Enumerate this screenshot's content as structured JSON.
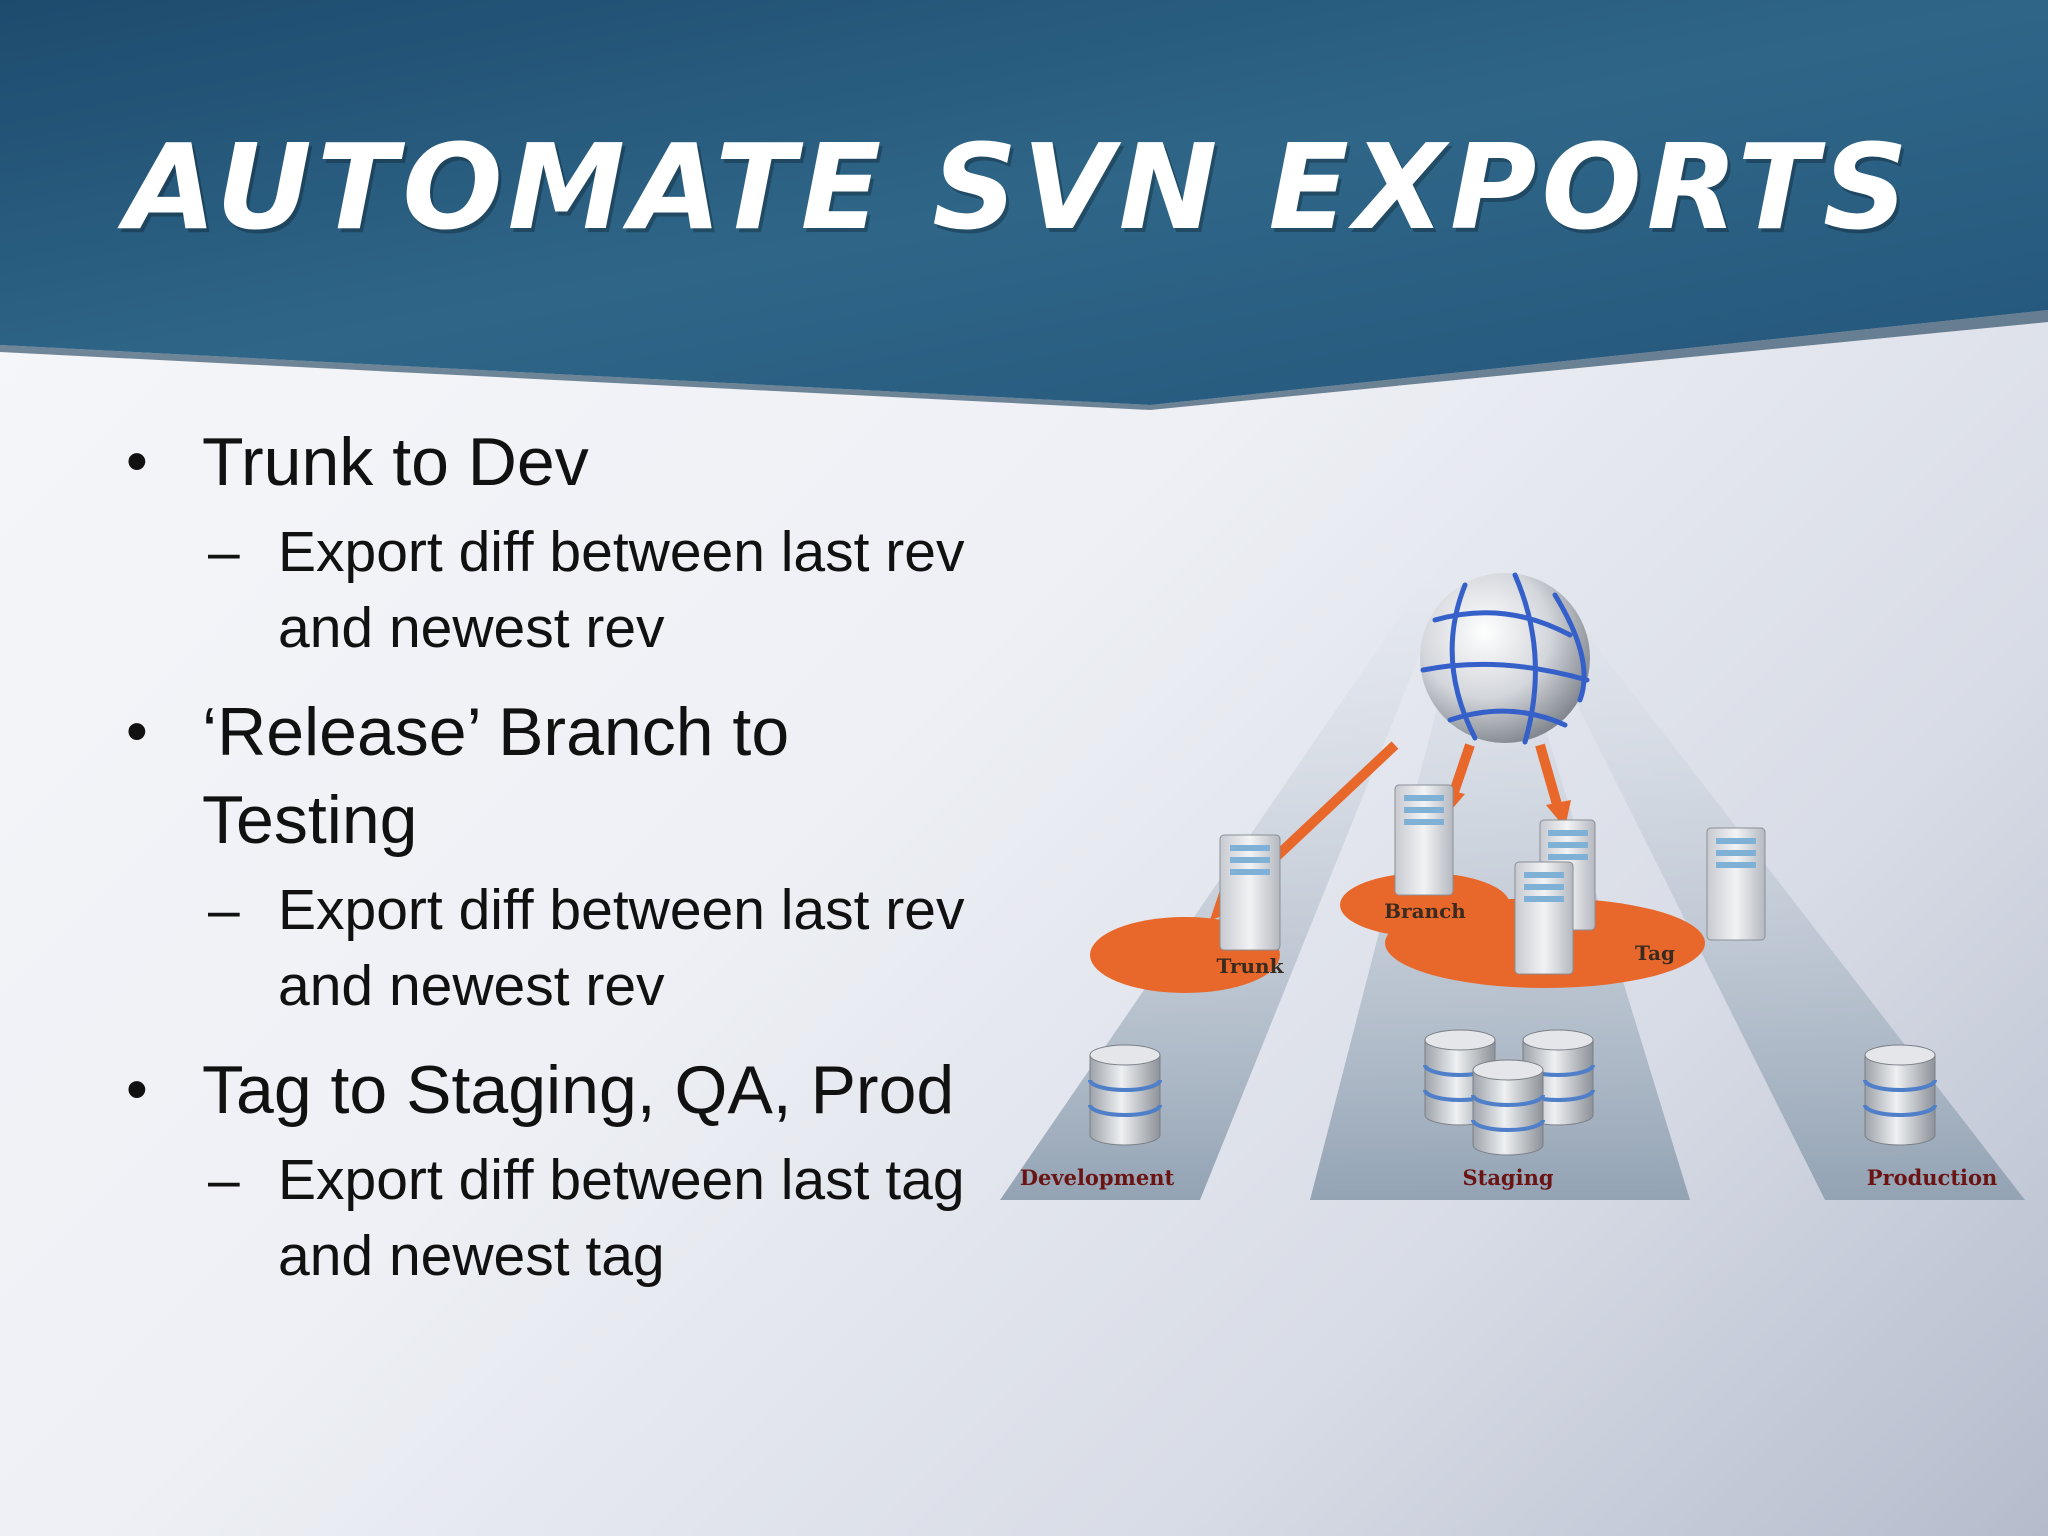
{
  "title": "Automate SVN Exports",
  "bullets": [
    {
      "text": "Trunk to Dev",
      "sub": [
        "Export diff between last rev and newest rev"
      ]
    },
    {
      "text": "‘Release’ Branch to Testing",
      "sub": [
        "Export diff between last rev and newest rev"
      ]
    },
    {
      "text": "Tag to Staging, QA, Prod",
      "sub": [
        "Export diff between last tag and newest tag"
      ]
    }
  ],
  "diagram": {
    "source_labels": [
      "Trunk",
      "Branch",
      "Tag"
    ],
    "environment_labels": [
      "Development",
      "Staging",
      "Production"
    ],
    "icons": [
      "globe-icon",
      "server-icon",
      "database-icon",
      "arrow-icon"
    ],
    "colors": {
      "header": "#1f4f72",
      "accent": "#e8672a",
      "lane": "#9aa9b9"
    }
  }
}
